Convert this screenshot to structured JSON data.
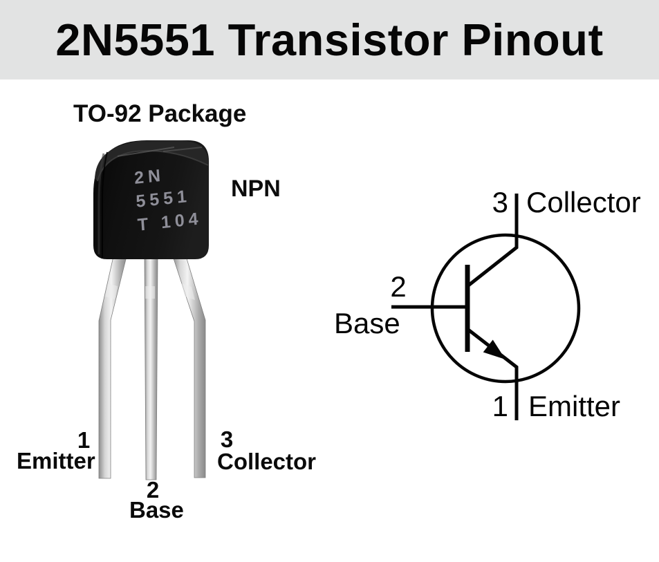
{
  "header": {
    "title": "2N5551 Transistor Pinout"
  },
  "package": {
    "heading": "TO-92 Package",
    "type_label": "NPN",
    "markings": [
      "2N",
      "5551",
      "T 104"
    ],
    "pins": [
      {
        "number": "1",
        "name": "Emitter"
      },
      {
        "number": "2",
        "name": "Base"
      },
      {
        "number": "3",
        "name": "Collector"
      }
    ]
  },
  "schematic": {
    "symbol": "npn-transistor",
    "pins": [
      {
        "number": "3",
        "name": "Collector",
        "position": "top"
      },
      {
        "number": "2",
        "name": "Base",
        "position": "left"
      },
      {
        "number": "1",
        "name": "Emitter",
        "position": "bottom"
      }
    ]
  },
  "colors": {
    "banner_bg": "#e2e3e3",
    "text": "#060606",
    "body_black": "#121212",
    "marking_gray": "#8f8f99",
    "lead_silver": "#d6d6d6",
    "schematic_line": "#050505"
  }
}
